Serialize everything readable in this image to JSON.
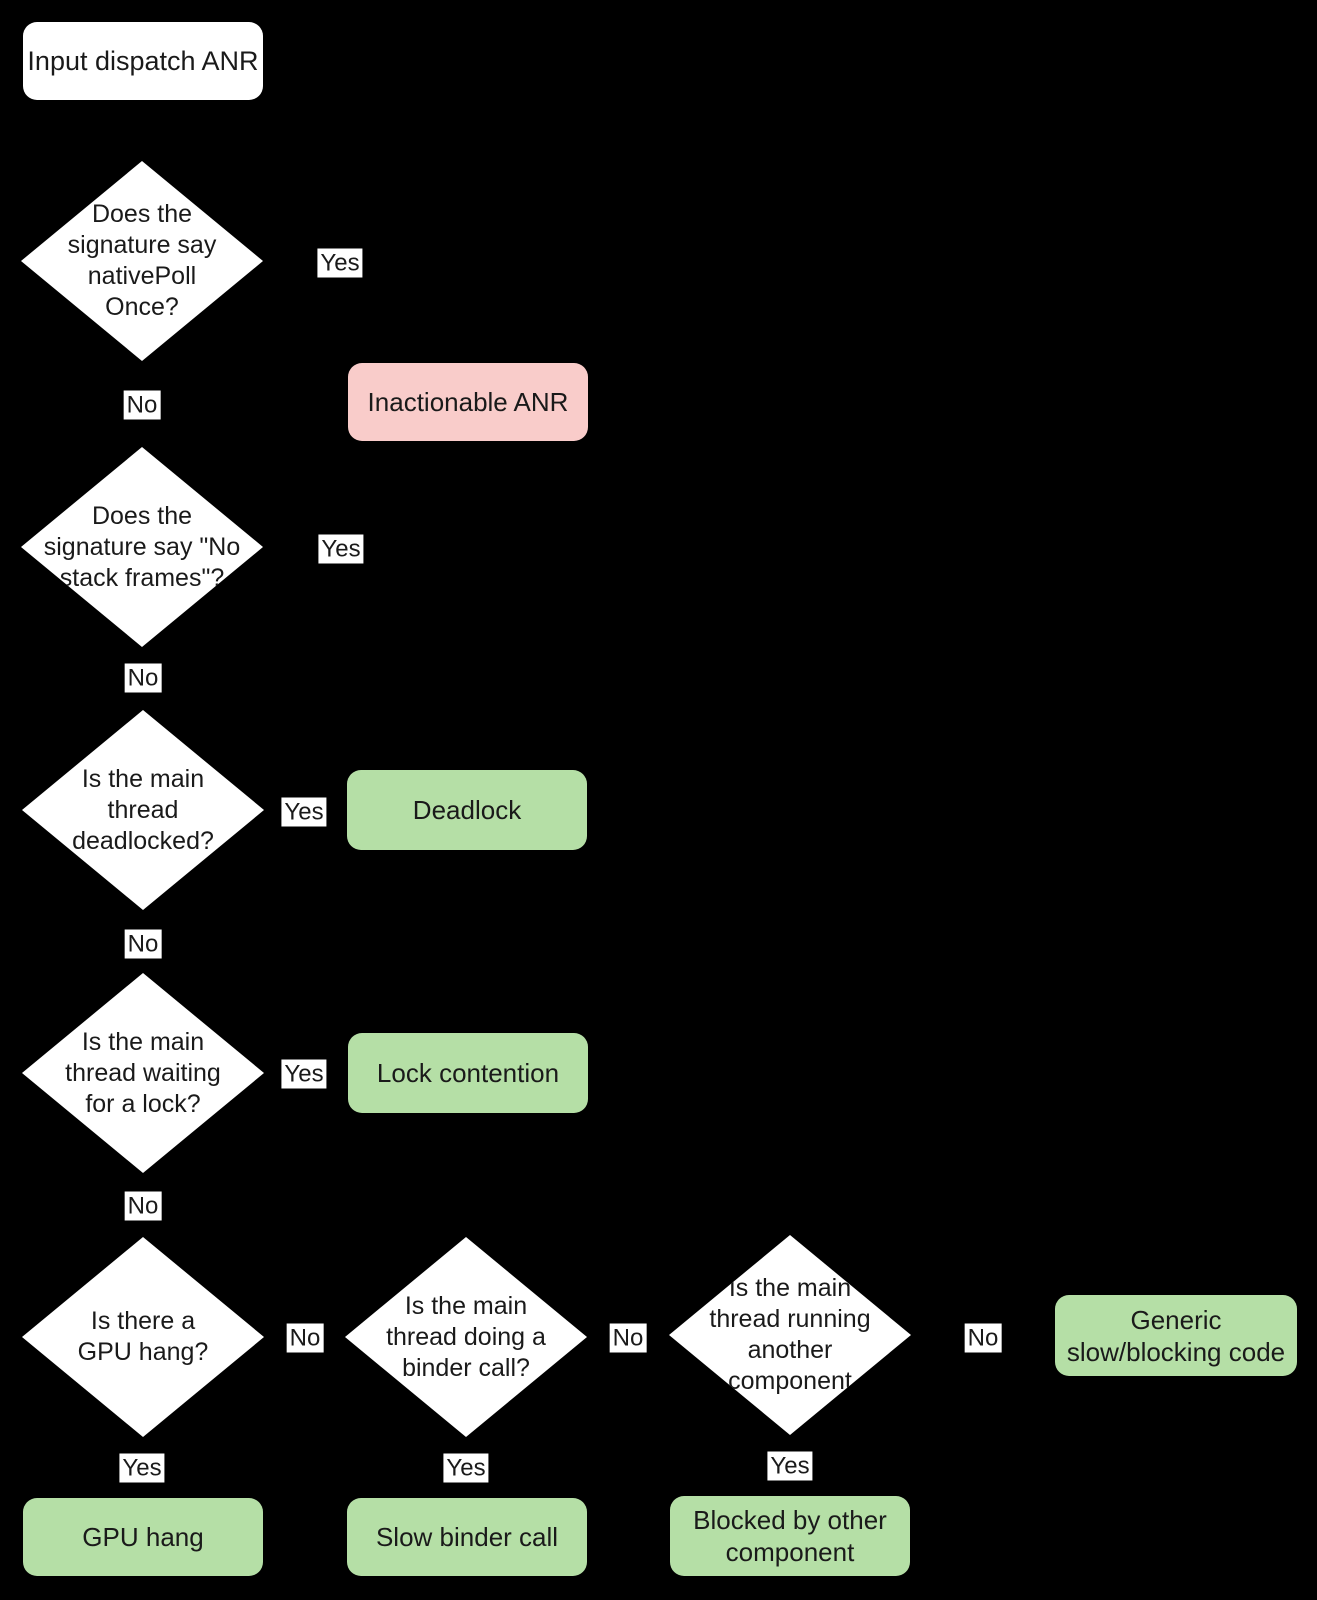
{
  "colors": {
    "background": "#000000",
    "node_white": "#ffffff",
    "node_pink": "#f9ccca",
    "node_green": "#b5dfa6",
    "text": "#1a1a1a"
  },
  "nodes": {
    "start": {
      "type": "terminator",
      "label": "Input dispatch ANR"
    },
    "q_native_poll": {
      "type": "decision",
      "label": "Does the\nsignature say\nnativePoll\nOnce?"
    },
    "inactionable": {
      "type": "outcome",
      "label": "Inactionable ANR"
    },
    "q_no_stack": {
      "type": "decision",
      "label": "Does the\nsignature say \"No\nstack frames\"?"
    },
    "q_deadlocked": {
      "type": "decision",
      "label": "Is the main\nthread\ndeadlocked?"
    },
    "deadlock": {
      "type": "outcome",
      "label": "Deadlock"
    },
    "q_waiting_lock": {
      "type": "decision",
      "label": "Is the main\nthread waiting\nfor a lock?"
    },
    "lock_contention": {
      "type": "outcome",
      "label": "Lock contention"
    },
    "q_gpu_hang": {
      "type": "decision",
      "label": "Is there a\nGPU hang?"
    },
    "gpu_hang": {
      "type": "outcome",
      "label": "GPU hang"
    },
    "q_binder_call": {
      "type": "decision",
      "label": "Is the main\nthread doing a\nbinder call?"
    },
    "slow_binder": {
      "type": "outcome",
      "label": "Slow binder call"
    },
    "q_other_component": {
      "type": "decision",
      "label": "Is the main\nthread running\nanother\ncomponent"
    },
    "blocked_other": {
      "type": "outcome",
      "label": "Blocked by other\ncomponent"
    },
    "generic_slow": {
      "type": "outcome",
      "label": "Generic\nslow/blocking code"
    }
  },
  "edge_labels": {
    "d1_yes": "Yes",
    "d1_no": "No",
    "d2_yes": "Yes",
    "d2_no": "No",
    "d3_yes": "Yes",
    "d3_no": "No",
    "d4_yes": "Yes",
    "d4_no": "No",
    "d5_no": "No",
    "d5_yes": "Yes",
    "d6_no": "No",
    "d6_yes": "Yes",
    "d7_no": "No",
    "d7_yes": "Yes"
  }
}
